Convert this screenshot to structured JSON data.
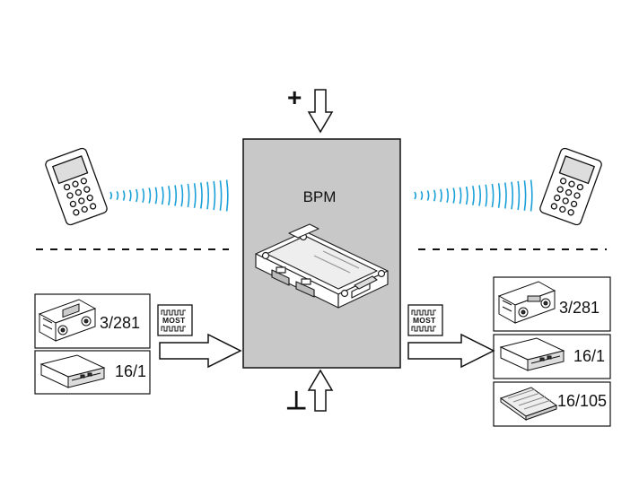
{
  "module": {
    "label": "BPM"
  },
  "power": {
    "plus_symbol": "+",
    "ground_symbol": "⊥"
  },
  "most": {
    "left_label": "MOST",
    "right_label": "MOST"
  },
  "left_components": [
    {
      "label": "3/281"
    },
    {
      "label": "16/1"
    }
  ],
  "right_components": [
    {
      "label": "3/281"
    },
    {
      "label": "16/1"
    },
    {
      "label": "16/105"
    }
  ],
  "colors": {
    "module_fill": "#c8c8c8",
    "stroke": "#111111",
    "background": "#ffffff"
  },
  "icons": [
    "mobile-phone-icon",
    "wireless-signal-icon",
    "radio-control-panel-icon",
    "media-unit-icon",
    "antenna-module-icon",
    "most-bus-icon",
    "power-arrow-icon",
    "ground-arrow-icon"
  ]
}
